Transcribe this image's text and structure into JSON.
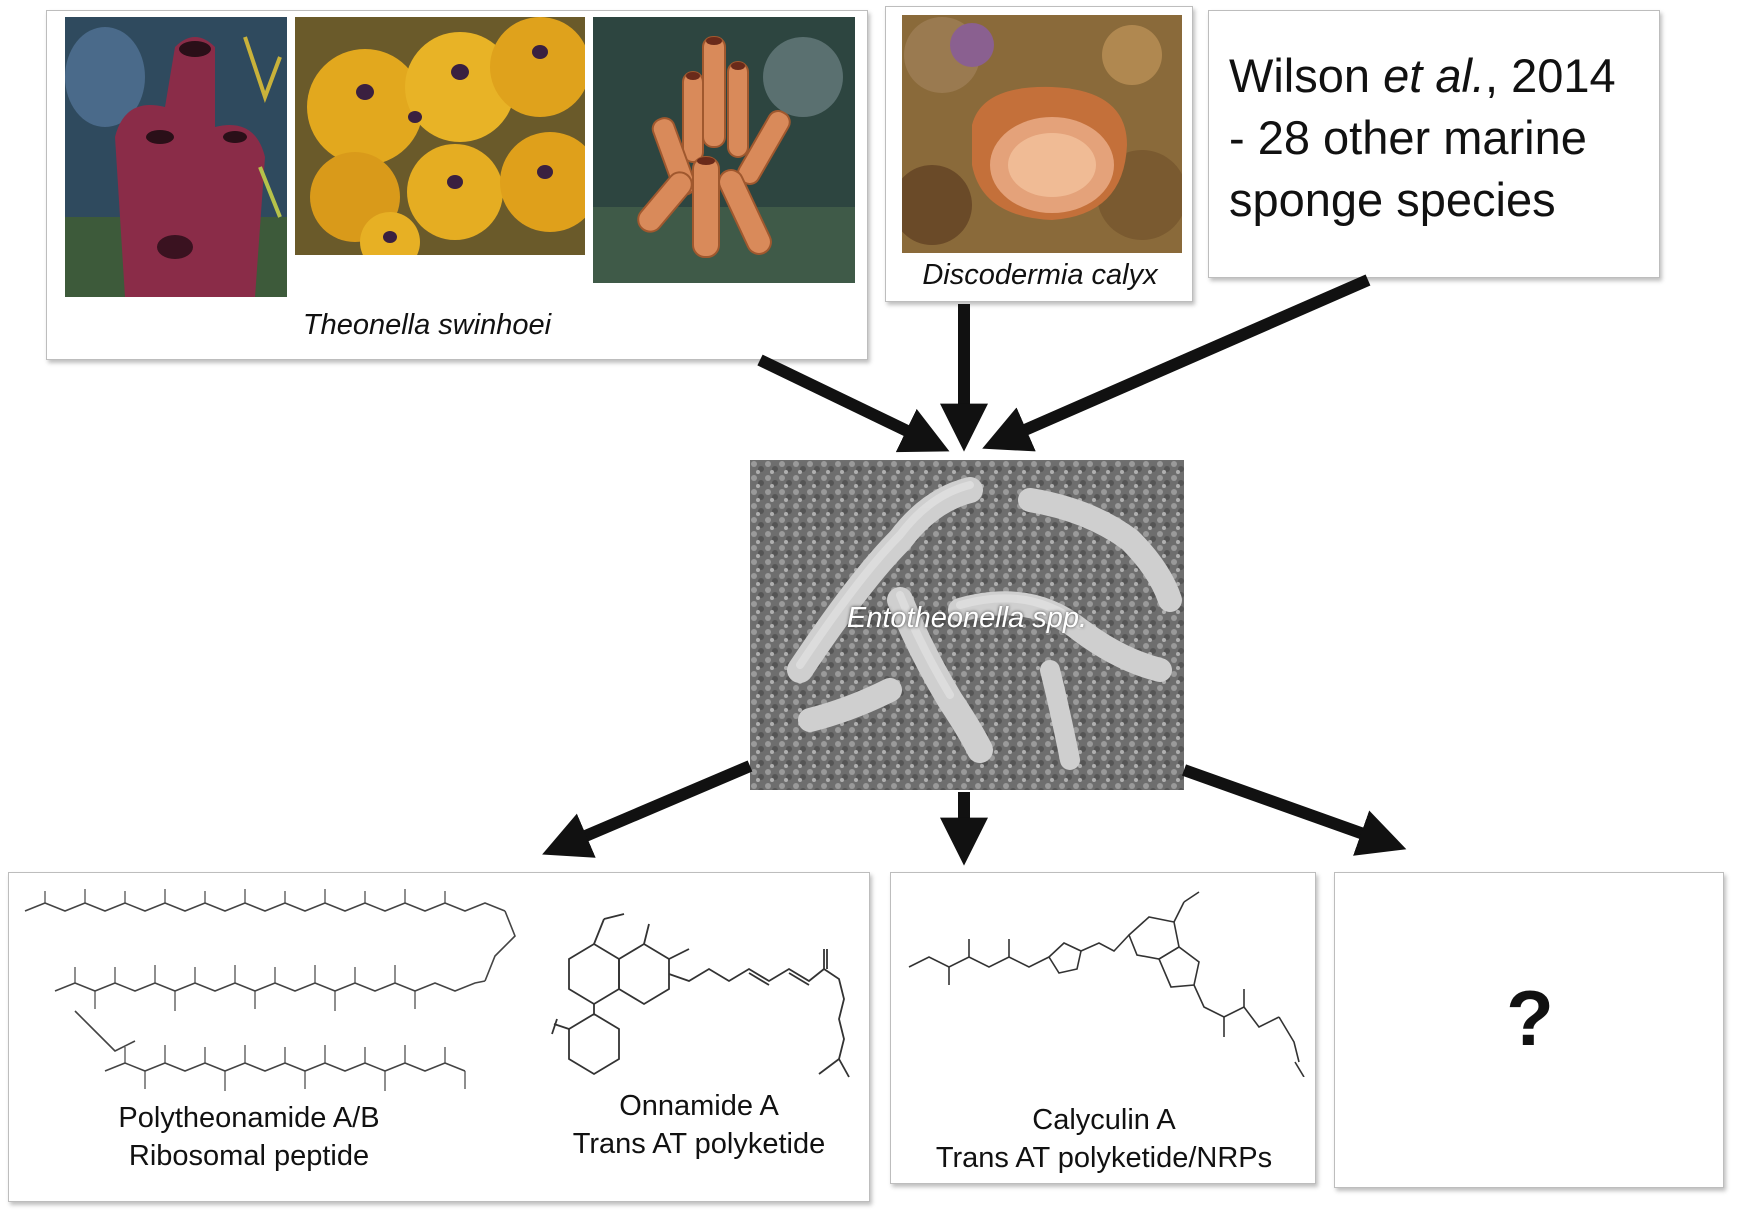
{
  "sources": {
    "theonella_caption": "Theonella swinhoei",
    "discodermia_caption": "Discodermia calyx",
    "wilson": {
      "author": "Wilson ",
      "etal": "et al.",
      "year": ", 2014",
      "line2": "- 28 other marine",
      "line3": "sponge species"
    }
  },
  "symbiont": {
    "label": "Entotheonella spp."
  },
  "products": [
    {
      "name": "Polytheonamide A/B",
      "class": "Ribosomal peptide"
    },
    {
      "name": "Onnamide A",
      "class": "Trans AT polyketide"
    },
    {
      "name": "Calyculin A",
      "class": "Trans AT polyketide/NRPs"
    },
    {
      "name": "?"
    }
  ],
  "colors": {
    "arrow": "#111111",
    "box_border": "#bdbdbd"
  }
}
